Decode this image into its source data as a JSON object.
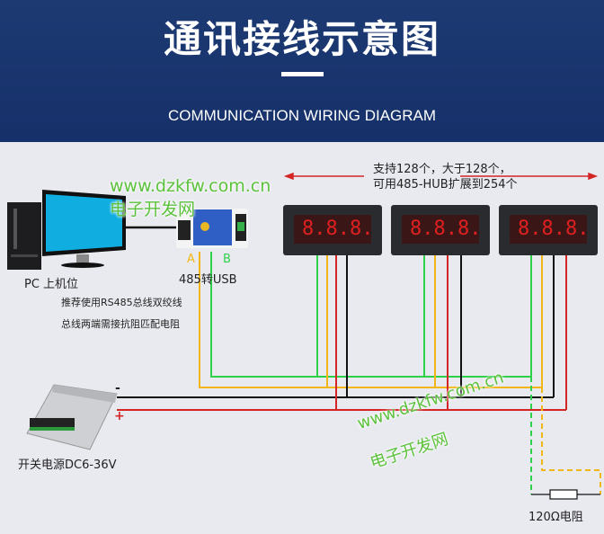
{
  "header": {
    "title": "通讯接线示意图",
    "subtitle": "COMMUNICATION WIRING DIAGRAM"
  },
  "note_top": {
    "line1": "支持128个，大于128个，",
    "line2": "可用485-HUB扩展到254个"
  },
  "pc": {
    "label": "PC  上机位"
  },
  "converter": {
    "label": "485转USB",
    "pin_a": "A",
    "pin_b": "B"
  },
  "notes": {
    "line1": "推荐使用RS485总线双绞线",
    "line2": "总线两端需接抗阻匹配电阻"
  },
  "power": {
    "label": "开关电源DC6-36V",
    "minus": "-",
    "plus": "+"
  },
  "resistor": {
    "label": "120Ω电阻"
  },
  "modules": [
    {
      "display": "8.8.8."
    },
    {
      "display": "8.8.8."
    },
    {
      "display": "8.8.8."
    }
  ],
  "watermark": {
    "url": "www.dzkfw.com.cn",
    "name": "电子开发网"
  },
  "colors": {
    "header": "#1d3a73",
    "green": "#2fd14a",
    "yellow": "#f2b716",
    "red": "#d42525",
    "black": "#111111",
    "display": "#e02020"
  }
}
